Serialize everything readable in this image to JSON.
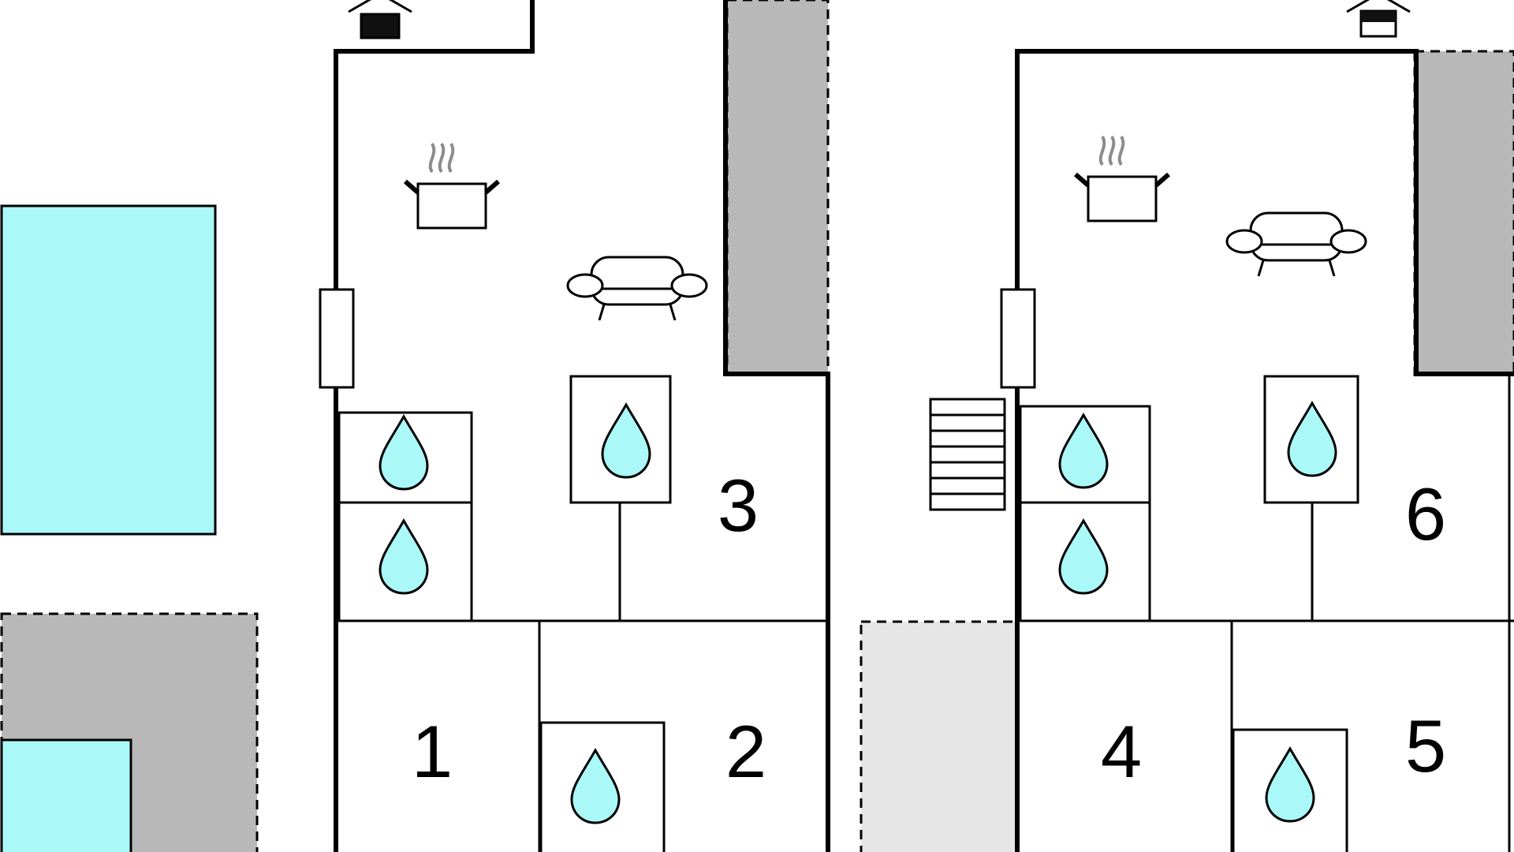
{
  "colors": {
    "water": "#aaf8f8",
    "terrace": "#b8b8b8",
    "terrace_light": "#e6e6e6",
    "wall": "#000000",
    "steam": "#8c8c8c",
    "background": "#ffffff"
  },
  "legend_icons": {
    "bathroom": "water-drop-icon",
    "kitchen": "cooking-pot-icon",
    "living": "sofa-icon",
    "entrance": "door-house-icon",
    "stairs": "stairs-icon",
    "window": "window-icon",
    "pool": "swimming-pool",
    "terrace": "terrace-area"
  },
  "left_unit": {
    "rooms": [
      {
        "number": "1"
      },
      {
        "number": "2"
      },
      {
        "number": "3"
      }
    ]
  },
  "right_unit": {
    "rooms": [
      {
        "number": "4"
      },
      {
        "number": "5"
      },
      {
        "number": "6"
      }
    ]
  }
}
